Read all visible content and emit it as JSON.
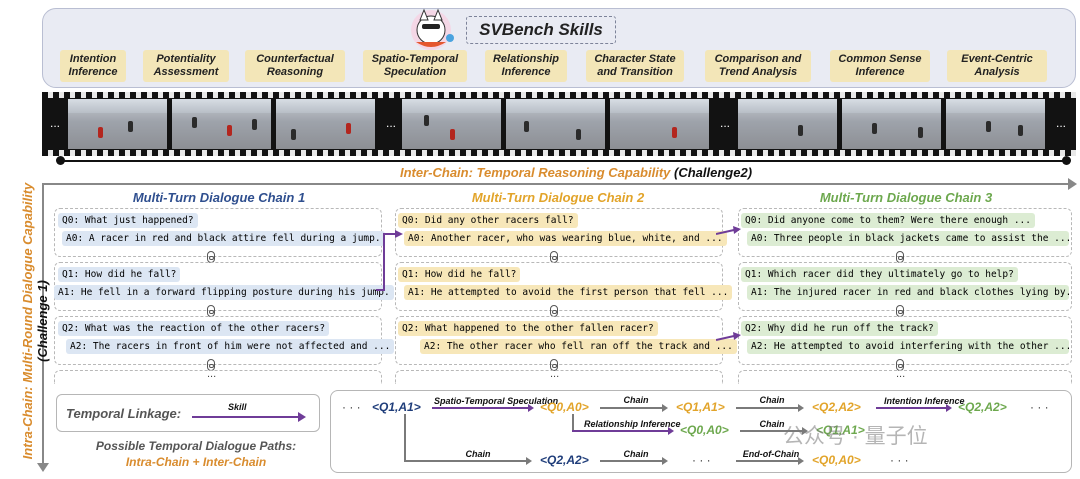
{
  "header": {
    "title": "SVBench Skills",
    "skills": [
      "Intention Inference",
      "Potentiality Assessment",
      "Counterfactual Reasoning",
      "Spatio-Temporal Speculation",
      "Relationship Inference",
      "Character State and Transition",
      "Comparison and Trend Analysis",
      "Common Sense Inference",
      "Event-Centric Analysis"
    ]
  },
  "film_strip": {
    "ellipsis": "..."
  },
  "inter_chain": {
    "label": "Inter-Chain: Temporal Reasoning Capability",
    "challenge": "(Challenge2)"
  },
  "intra_chain": {
    "label": "Intra-Chain: Multi-Round Dialogue Capability",
    "challenge": "(Challenge 1)"
  },
  "chains": [
    {
      "title": "Multi-Turn Dialogue Chain 1",
      "color": "#2f4f8f",
      "turns": [
        {
          "q": "Q0: What just happened?",
          "a": "A0: A racer in red and black attire fell during a jump."
        },
        {
          "q": "Q1: How did he fall?",
          "a": "A1: He fell in a forward flipping posture during his jump."
        },
        {
          "q": "Q2: What was the reaction of the other racers?",
          "a": "A2: The racers in front of him were not affected and ..."
        }
      ]
    },
    {
      "title": "Multi-Turn Dialogue Chain 2",
      "color": "#e2a42a",
      "turns": [
        {
          "q": "Q0: Did any other racers fall?",
          "a": "A0: Another racer, who was wearing blue, white, and ..."
        },
        {
          "q": "Q1: How did he fall?",
          "a": "A1: He attempted to avoid the first person that fell ..."
        },
        {
          "q": "Q2: What happened to the other fallen racer?",
          "a": "A2: The other racer who fell ran off the track and ..."
        }
      ]
    },
    {
      "title": "Multi-Turn Dialogue Chain 3",
      "color": "#6da84e",
      "turns": [
        {
          "q": "Q0: Did anyone come to them? Were there enough ...",
          "a": "A0: Three people in black jackets came to assist the ..."
        },
        {
          "q": "Q1: Which racer did they ultimately go to help?",
          "a": "A1: The injured racer in red and black clothes lying by..."
        },
        {
          "q": "Q2: Why did he run off the track?",
          "a": "A2: He attempted to avoid interfering with the other ..."
        }
      ]
    }
  ],
  "legend": {
    "temporal_linkage": "Temporal Linkage:",
    "skill": "Skill",
    "paths_title": "Possible Temporal Dialogue Paths:",
    "paths_sub": "Intra-Chain + Inter-Chain"
  },
  "paths": {
    "nodes": {
      "q1a1_start": "<Q1,A1>",
      "q0a0_c2": "<Q0,A0>",
      "q1a1_c2": "<Q1,A1>",
      "q2a2_c2": "<Q2,A2>",
      "q2a2_c3": "<Q2,A2>",
      "q0a0_c3": "<Q0,A0>",
      "q1a1_c3": "<Q1,A1>",
      "q2a2_c1": "<Q2,A2>",
      "q0a0_end": "<Q0,A0>"
    },
    "edges": {
      "spatio": "Spatio-Temporal Speculation",
      "chain": "Chain",
      "intention": "Intention Inference",
      "relationship": "Relationship Inference",
      "end_of_chain": "End-of-Chain"
    },
    "ellipsis": "...",
    "ellipsis_short": "· · ·"
  },
  "watermark": "公众号 · 量子位"
}
